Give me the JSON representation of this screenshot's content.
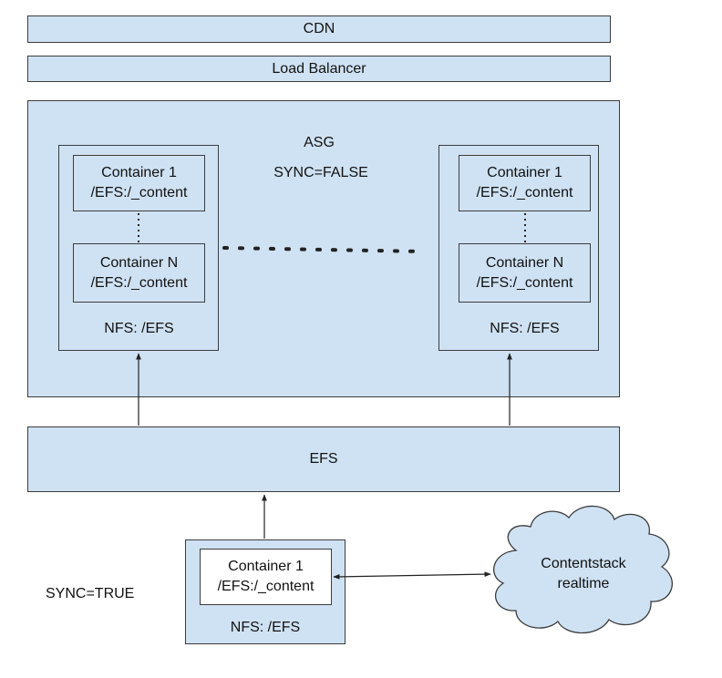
{
  "cdn": "CDN",
  "load_balancer": "Load Balancer",
  "asg": {
    "title": "ASG",
    "sync": "SYNC=FALSE",
    "left_node": {
      "container_first": {
        "name": "Container 1",
        "path": "/EFS:/_content"
      },
      "container_last": {
        "name": "Container N",
        "path": "/EFS:/_content"
      },
      "nfs": "NFS: /EFS"
    },
    "right_node": {
      "container_first": {
        "name": "Container 1",
        "path": "/EFS:/_content"
      },
      "container_last": {
        "name": "Container N",
        "path": "/EFS:/_content"
      },
      "nfs": "NFS: /EFS"
    }
  },
  "efs": "EFS",
  "sync_node": {
    "sync": "SYNC=TRUE",
    "container": {
      "name": "Container 1",
      "path": "/EFS:/_content"
    },
    "nfs": "NFS: /EFS"
  },
  "contentstack": {
    "line1": "Contentstack",
    "line2": "realtime"
  }
}
